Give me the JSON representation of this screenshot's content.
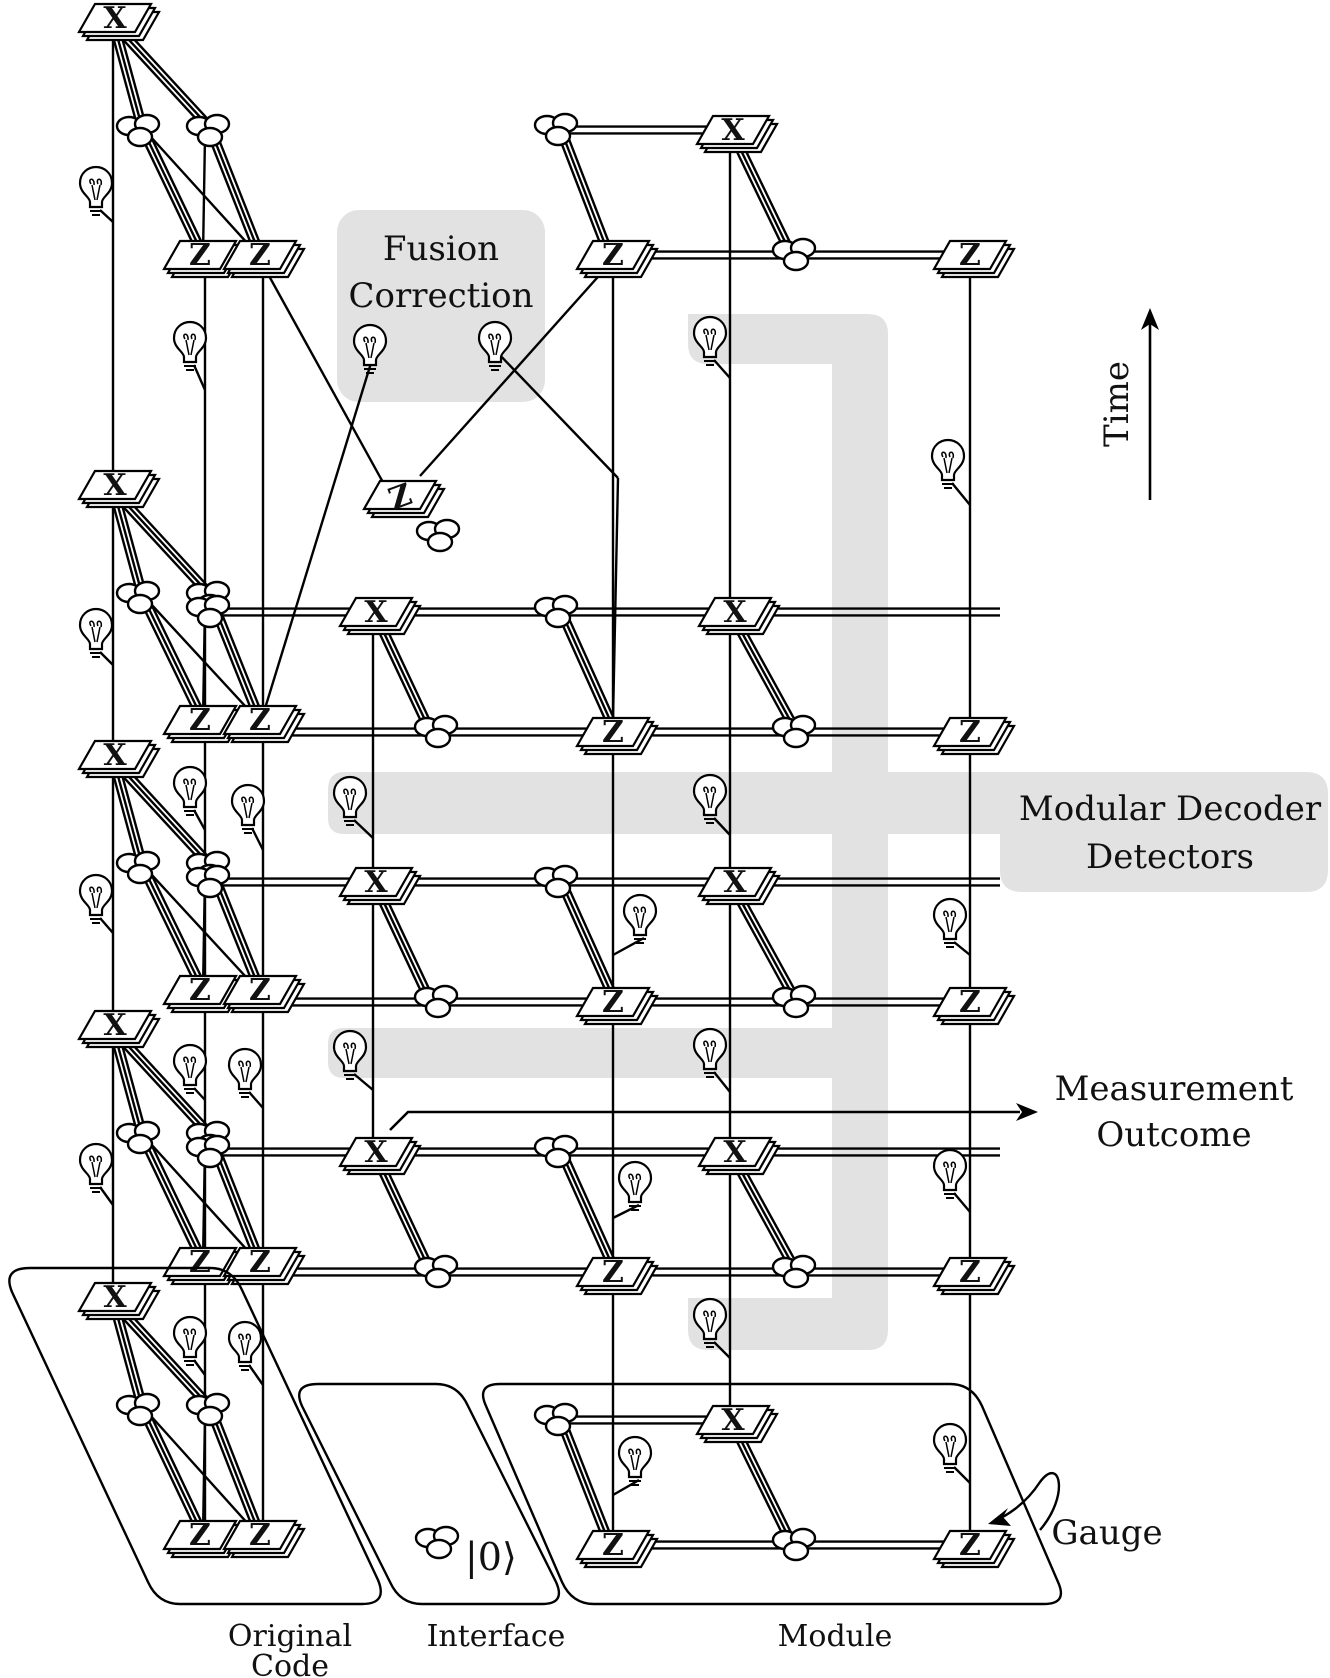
{
  "labels": {
    "fusion_correction": [
      "Fusion",
      "Correction"
    ],
    "time": "Time",
    "modular_decoder_detectors": [
      "Modular Decoder",
      "Detectors"
    ],
    "measurement_outcome": [
      "Measurement",
      "Outcome"
    ],
    "gauge": "Gauge",
    "original_code": [
      "Original",
      "Code"
    ],
    "interface": "Interface",
    "module": "Module",
    "ket_zero": "|0⟩"
  },
  "gate_letters": {
    "x": "X",
    "z": "Z"
  },
  "colors": {
    "stroke": "#000000",
    "highlight_gray": "#e2e2e2",
    "background": "#ffffff"
  },
  "icons": [
    "bulb-icon",
    "triple-circle-fusion-icon",
    "stacked-square-gate-icon"
  ]
}
